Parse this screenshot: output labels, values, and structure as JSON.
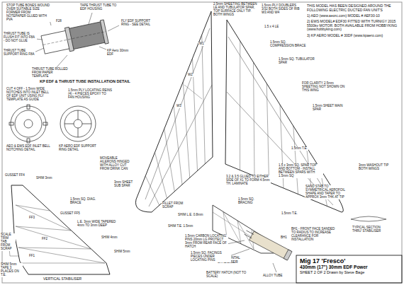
{
  "diagram": {
    "nodes": [
      {
        "text": [
          "Mig 17 'Fresco'",
          "430mm (17\") 30mm EDF Power",
          "SHEET 2 OF 2 Drawn by Steve Bage"
        ]
      }
    ],
    "labels": [
      "STOP TUBE BONES WOUND OVER SUITABLE SIZE FORMER FROM NOTEPAPER GLUED WITH PVA",
      "TAPE THRUST TUBE TO EDF HOUSING",
      "FLY EDF SUPPORT RING - SEE DETAIL",
      "THRUST TUBE IS FLUSH FIT INTO F8A - DO NOT GLUE",
      "THRUST TUBE SUPPORT RING F8A",
      "THRUST TUBE ROLLED FROM PAPER TEMPLATE",
      "KP Aero 30mm EDF",
      "F28",
      "KP EDF & THRUST TUBE INSTALLATION DETAIL",
      "CUT 4 OFF - 1.5mm WIDE NOTCHES INTO INLET BELL OF EDF UNIT USING FLY TEMPLATE AS GUIDE",
      "1.5mm PLY LOCATING REINS (4) - 4 PIECES EPOXY TO FAN HOUSING",
      "AEO & EWS EDF INLET BELL NOTCHING DETAIL",
      "KP AERO EDF SUPPORT RING DETAIL",
      "2.5mm SHEETING BETWEEN LE AND TUBULATOR SPAR, TOP SURFACE ONLY TIP. BOTH WINGS",
      "1.5mm PLY DOUBLERS 3/32 BOTH SIDES OF RIB W3 AND W4",
      "1.5 x 4 LE",
      "1.5mm SQ. COMPRESSION BRACE",
      "1.5mm SQ. TUBULATOR SPAR",
      "FOR CLARITY 2.5mm SHEETING NOT SHOWN ON THIS WING",
      "1.5mm SHEET MAIN SPAR",
      "1.5mm T.E.",
      "MOVEABLE AILERONS HINGED WITH ALLOY CUT FROM DRINK CAN",
      "3mm SHEET SUB SPAR",
      "FILLET FROM SCRAP",
      "SHIM L.E. 0.8mm",
      "3.2 & 3.5 GLUED TO EITHER SIDE OF X1 TO FORM 4.5mm TH. LAMINATE",
      "SHIM T.E. 1.5mm",
      "1.5mm SQ. BRACING",
      "HORIZONTAL STABILISER",
      "1.5 x 3mm SQ. SPAR TOP AND BOTTOM - INSTALL BETWEEN SPARS WITH 1.5mm SQ",
      "1.5mm T.E.",
      "3mm WASHOUT TIP BOTH WINGS",
      "TYPICAL SECTION THRU' STABILISER",
      "SAND STAB TO SYMMETRICAL AEROFOIL SHAPE AND TAPER TO APPROX 3mm THK AT TIP",
      "THIS MODEL HAS BEEN DESIGNED AROUND THE FOLLOWING ELECTRIC DUCTED FAN UNIT'S",
      "1) AEO (www.aeorc.com) MODEL # AEF30-10",
      "2) EWS MODEL# EDF30 FITTED WITH TURNIGY 2015 5500kv MOTOR. BOTH AVAILABLE FROM HOBBYKING (www.hobbyking.com)",
      "3) KP AERO MODEL # 30DF (www.kpaero.com)",
      "GUSSET FF4",
      "SHIM 3mm",
      "1.5mm SQ. DIAG. BRACE",
      "GUSSET FF5",
      "L.E. 3mm WIDE TAPERED 4mm TO 3mm DEEP",
      "SHIM 4mm",
      "SHIM 5mm",
      "SCALE TRIM TAB FROM SCRAP",
      "SHIM 5mm TAPE 3 PLACES ON T.E.",
      "VERTICAL STABILISER",
      "FF1",
      "FF2",
      "FF3",
      "1.5mm CARBON LOCATING PINS 20mm LG PROTECT 3mm FROM REAR FACE OF HATCH",
      "1.5mm SQ. FACINGS PIECES UNDER LOCATING PINS",
      "BATTERY HATCH (NOT TO SCALE)",
      "ALLOY TUBE",
      "BH1",
      "BH1 - FRONT FACE SANDED TO RADIUS TO INCREASE CLEARANCE FOR INSTALLATION",
      "W1",
      "W2",
      "W3"
    ]
  }
}
